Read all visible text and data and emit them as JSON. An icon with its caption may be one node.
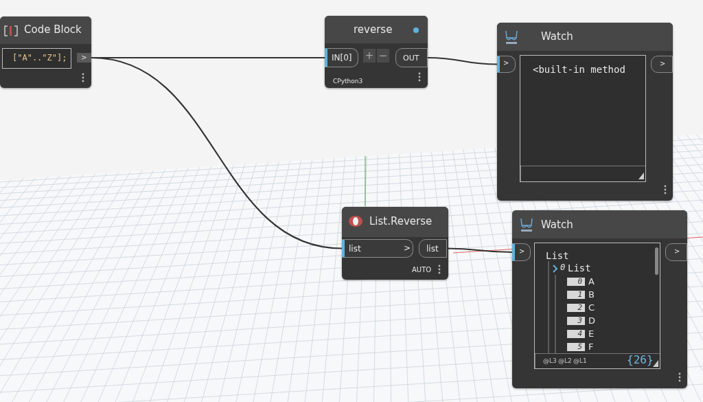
{
  "diagram": {
    "nodes": [
      {
        "text": [
          "Code Block"
        ]
      },
      {
        "text": [
          "[\"A\"..\"Z\"];"
        ],
        "in": 0
      },
      {
        "text": [
          ">"
        ],
        "in": 0
      },
      {
        "text": [
          "reverse",
          "+",
          "−",
          "CPython3"
        ]
      },
      {
        "text": [
          "IN[0]"
        ],
        "in": 3
      },
      {
        "text": [
          "OUT"
        ],
        "in": 3
      },
      {
        "text": [
          "Watch"
        ]
      },
      {
        "text": [
          ">"
        ],
        "in": 6
      },
      {
        "text": [
          "<built-in method"
        ],
        "in": 6
      },
      {
        "text": [
          ">"
        ],
        "in": 6
      },
      {
        "text": [
          "List.Reverse",
          "AUTO"
        ]
      },
      {
        "text": [
          "list",
          ">"
        ],
        "in": 10
      },
      {
        "text": [
          "list"
        ],
        "in": 10
      },
      {
        "text": [
          "Watch"
        ]
      },
      {
        "text": [
          ">"
        ],
        "in": 13
      },
      {
        "text": [
          "List",
          "0",
          "List",
          "0",
          "A",
          "1",
          "B",
          "2",
          "C",
          "3",
          "D",
          "4",
          "E",
          "5",
          "F",
          "@L3",
          "@L2",
          "@L1",
          "{26}"
        ],
        "in": 13
      },
      {
        "text": [
          ">"
        ],
        "in": 13
      }
    ],
    "edges": [
      {
        "from": 2,
        "to": 4,
        "arrow": "none"
      },
      {
        "from": 2,
        "to": 11,
        "arrow": "none"
      },
      {
        "from": 5,
        "to": 7,
        "arrow": "none"
      },
      {
        "from": 12,
        "to": 14,
        "arrow": "none"
      }
    ]
  }
}
